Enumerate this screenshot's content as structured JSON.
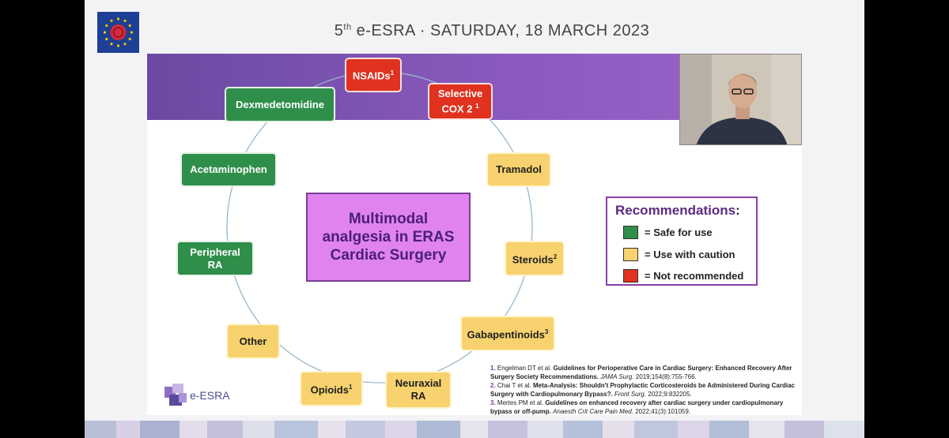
{
  "header": {
    "edition": "5",
    "edition_suffix": "th",
    "title_rest": " e-ESRA · SATURDAY, 18 MARCH 2023"
  },
  "slide": {
    "center_title": "Multimodal analgesia in ERAS Cardiac Surgery",
    "nodes": [
      {
        "label": "NSAIDs",
        "sup": "1",
        "status": "not-recommended"
      },
      {
        "label": "Selective COX 2",
        "sup": "1",
        "status": "not-recommended"
      },
      {
        "label": "Tramadol",
        "sup": "",
        "status": "caution"
      },
      {
        "label": "Steroids",
        "sup": "2",
        "status": "caution"
      },
      {
        "label": "Gabapentinoids",
        "sup": "3",
        "status": "caution"
      },
      {
        "label": "Neuraxial RA",
        "sup": "",
        "status": "caution"
      },
      {
        "label": "Opioids",
        "sup": "1",
        "status": "caution"
      },
      {
        "label": "Other",
        "sup": "",
        "status": "caution"
      },
      {
        "label": "Peripheral RA",
        "sup": "",
        "status": "safe"
      },
      {
        "label": "Acetaminophen",
        "sup": "",
        "status": "safe"
      },
      {
        "label": "Dexmedetomidine",
        "sup": "",
        "status": "safe"
      }
    ],
    "legend": {
      "title": "Recommendations",
      "colon": ":",
      "items": [
        {
          "label": "= Safe for use",
          "color": "#2f8f4a"
        },
        {
          "label": "= Use with caution",
          "color": "#f8d26e"
        },
        {
          "label": "= Not recommended",
          "color": "#e0321f"
        }
      ]
    },
    "references": [
      {
        "num": "1.",
        "authors": "Engelman DT et al.",
        "title": "Guidelines for Perioperative Care in Cardiac Surgery: Enhanced Recovery After Surgery Society Recommendations.",
        "journal": "JAMA Surg.",
        "details": "2019;154(8):755-766."
      },
      {
        "num": "2.",
        "authors": "Chai T et al.",
        "title": "Meta-Analysis: Shouldn't Prophylactic Corticosteroids be Administered During Cardiac Surgery with Cardiopulmonary Bypass?.",
        "journal": "Front Surg.",
        "details": "2022;9:832205."
      },
      {
        "num": "3.",
        "authors": "Mertes PM et al.",
        "title": "Guidelines on enhanced recovery after cardiac surgery under cardiopulmonary bypass or off-pump.",
        "journal": "Anaesth Crit Care Pain Med.",
        "details": "2022;41(3):101059."
      }
    ],
    "logo_text": "e-ESRA"
  },
  "colors": {
    "safe": "#2f8f4a",
    "caution": "#f8d26e",
    "not_recommended": "#e0321f",
    "band": "#8d5bc0",
    "center_fill": "#e083f0"
  }
}
